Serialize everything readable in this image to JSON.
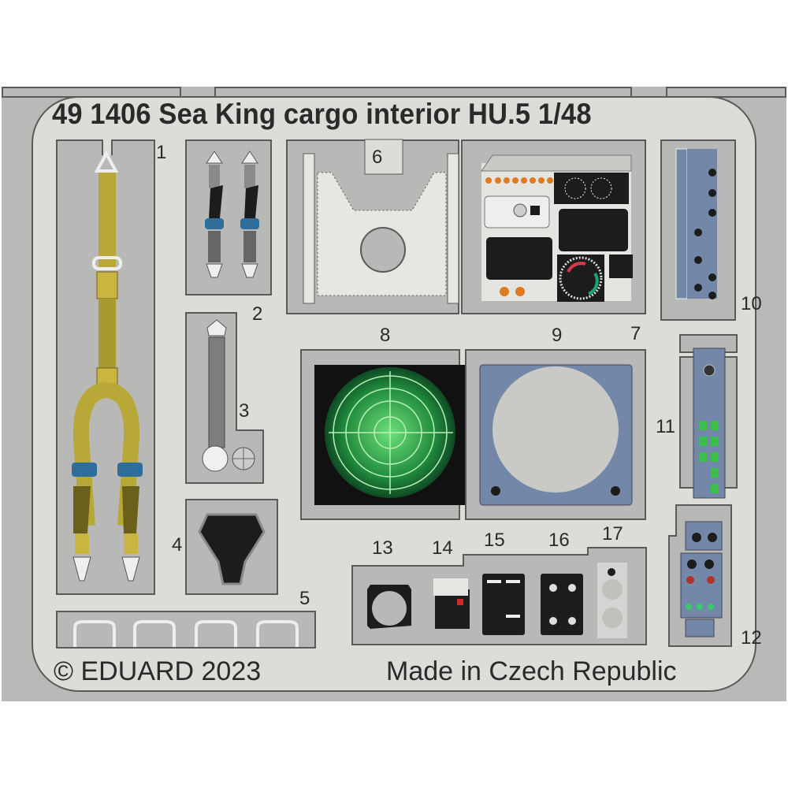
{
  "sheet": {
    "title": "49 1406 Sea King cargo interior HU.5 1/48",
    "copyright": "© EDUARD 2023",
    "origin": "Made in Czech Republic",
    "colors": {
      "fret": "#b9bab7",
      "plate": "#dcddd9",
      "outline": "#5a5a58",
      "strap_yellow": "#b8a838",
      "buckle_blue": "#2f6d9a",
      "radar_green": "#39b54a",
      "panel_blue": "#7388a8",
      "panel_black": "#1c1c1c",
      "indicator_orange": "#e07a20"
    }
  },
  "parts": [
    {
      "number": "1",
      "label": "1",
      "description": "Yellow harness strap with blue buckles"
    },
    {
      "number": "2",
      "label": "2",
      "description": "Pair of black seat belts with blue buckles"
    },
    {
      "number": "3",
      "label": "3",
      "description": "Grey belt with round buckle"
    },
    {
      "number": "4",
      "label": "4",
      "description": "Black shield-shaped plate"
    },
    {
      "number": "5",
      "label": "5",
      "description": "Four U-shaped grab handles"
    },
    {
      "number": "6",
      "label": "6",
      "description": "Riveted floor plate with round hole"
    },
    {
      "number": "7",
      "label": "7",
      "description": "Instrument panel with gauges"
    },
    {
      "number": "8",
      "label": "8",
      "description": "Green radar screen"
    },
    {
      "number": "9",
      "label": "9",
      "description": "Blue display bezel with grey screen"
    },
    {
      "number": "10",
      "label": "10",
      "description": "Blue vertical switch panel"
    },
    {
      "number": "11",
      "label": "11",
      "description": "Blue panel with green switches"
    },
    {
      "number": "12",
      "label": "12",
      "description": "Blue control panel with knobs"
    },
    {
      "number": "13",
      "label": "13",
      "description": "Black round bezel"
    },
    {
      "number": "14",
      "label": "14",
      "description": "Small control box with red button"
    },
    {
      "number": "15",
      "label": "15",
      "description": "Black switch panel"
    },
    {
      "number": "16",
      "label": "16",
      "description": "Black knob panel"
    },
    {
      "number": "17",
      "label": "17",
      "description": "Light grey speaker panel"
    }
  ]
}
